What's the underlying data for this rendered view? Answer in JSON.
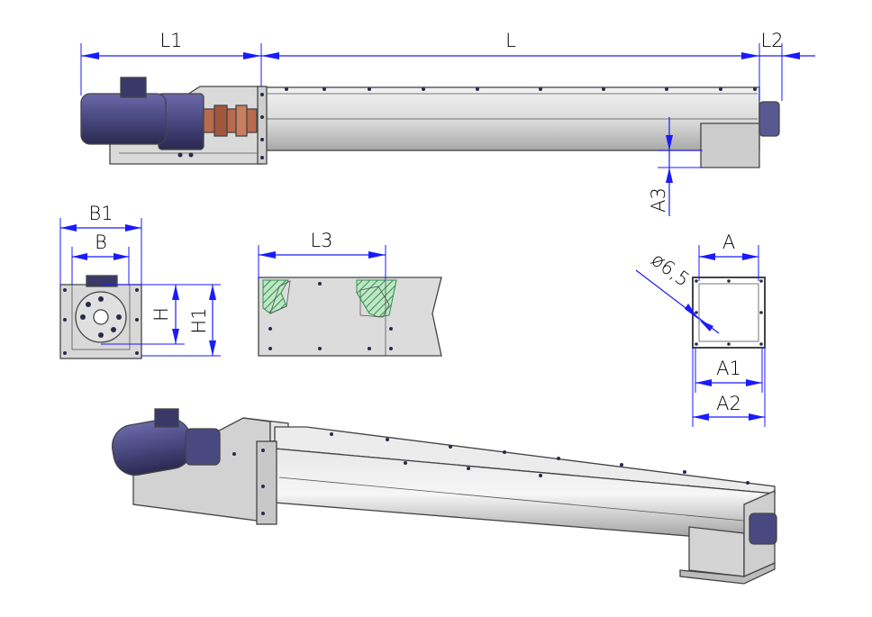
{
  "colors": {
    "dimension": "#1a1aff",
    "motor": "#4a4880",
    "motor_dark": "#2f2d5a",
    "coupling": "#b86b4e",
    "steel": "#d6d6d6",
    "steel_dark": "#a9a9a9",
    "hatch": "#3aa85a"
  },
  "labels": {
    "L1": "L1",
    "L": "L",
    "L2": "L2",
    "A3": "A3",
    "B1": "B1",
    "B": "B",
    "H": "H",
    "H1": "H1",
    "L3": "L3",
    "A": "A",
    "A1": "A1",
    "A2": "A2",
    "hole": "ø6,5"
  }
}
